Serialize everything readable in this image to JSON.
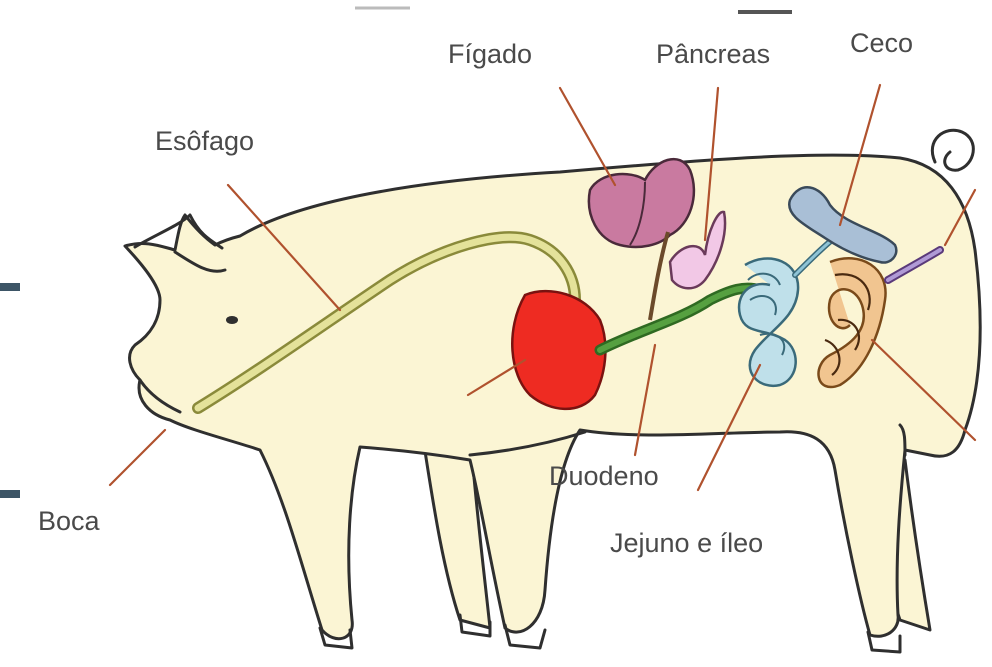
{
  "diagram": {
    "labels": {
      "figado": "Fígado",
      "pancreas": "Pâncreas",
      "ceco": "Ceco",
      "esofago": "Esôfago",
      "boca": "Boca",
      "duodeno": "Duodeno",
      "jejuno_ileo": "Jejuno e íleo"
    },
    "colors": {
      "body": "#fbf5d4",
      "outline": "#2f2f2f",
      "leader_lines": "#b0522e",
      "stomach": "#ee2b22",
      "liver": "#c97aa0",
      "pancreas": "#f2c8e6",
      "esophagus": "#d8d68a",
      "duodenum": "#56a040",
      "jejunum_ileum": "#8fc4d6",
      "cecum": "#a9bfd6",
      "colon": "#e6a86a",
      "side_bars": "#3d5566"
    }
  }
}
